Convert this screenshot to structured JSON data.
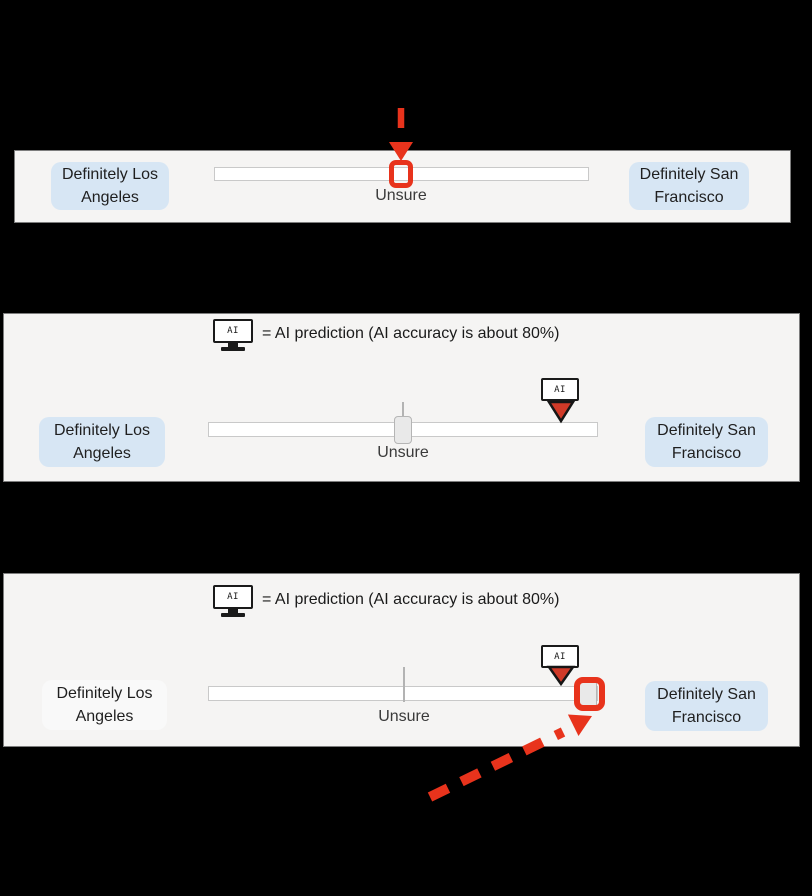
{
  "figure": {
    "background": "#000000",
    "description_present_in_pixels_only": true
  },
  "colors": {
    "panel_bg": "#f5f4f3",
    "panel_border": "#7d7d7d",
    "label_blue_bg": "#d7e6f4",
    "label_faded_bg": "#f9f9f9",
    "slider_track_bg": "#ffffff",
    "slider_track_border": "#c9c9c9",
    "slider_handle_bg": "#e9e9e9",
    "annotation_red": "#e8331c",
    "ai_triangle_red": "#d03a28",
    "icon_black": "#1a1a1a",
    "text_dark": "#1f1f1f"
  },
  "ai_icon": {
    "label": "AI",
    "name": "ai-monitor-icon"
  },
  "legend": {
    "text": "= AI prediction (AI accuracy is about 80%)"
  },
  "panels": [
    {
      "name": "slider-without-ai",
      "left_label": [
        "Definitely Los",
        "Angeles"
      ],
      "right_label": [
        "Definitely San",
        "Francisco"
      ],
      "center_label": "Unsure"
    },
    {
      "name": "slider-with-ai-prediction",
      "left_label": [
        "Definitely Los",
        "Angeles"
      ],
      "right_label": [
        "Definitely San",
        "Francisco"
      ],
      "center_label": "Unsure",
      "legend_text": "= AI prediction (AI accuracy is about 80%)"
    },
    {
      "name": "slider-moved-to-right-end",
      "left_label": [
        "Definitely Los",
        "Angeles"
      ],
      "right_label": [
        "Definitely San",
        "Francisco"
      ],
      "center_label": "Unsure",
      "legend_text": "= AI prediction (AI accuracy is about 80%)"
    }
  ]
}
